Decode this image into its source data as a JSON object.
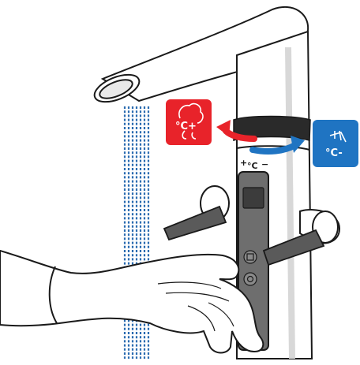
{
  "hot_badge": {
    "text": "°C+",
    "color": "#e8232a"
  },
  "cold_badge": {
    "text": "°C-",
    "color": "#1f74c2"
  },
  "collar_label": {
    "plus": "+",
    "unit": "°C",
    "minus": "−"
  },
  "colors": {
    "hot_arrow": "#e8232a",
    "cold_arrow": "#1f74c2",
    "outline": "#1a1a1a",
    "handle": "#5a5a5a",
    "panel": "#6e6e6e",
    "display": "#3c3c3c",
    "water": "#2a6bb0"
  },
  "icons": [
    "hot-water-icon",
    "cold-water-icon",
    "filter-button-icon",
    "boil-button-icon"
  ]
}
